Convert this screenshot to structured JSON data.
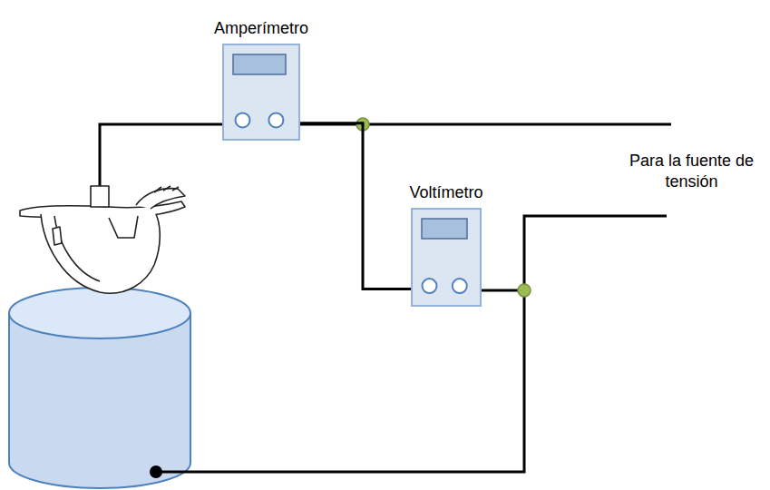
{
  "diagram": {
    "nodes": [
      {
        "text": [
          "Amperímetro"
        ]
      },
      {
        "text": [
          "Voltímetro"
        ]
      }
    ],
    "edges": [
      {
        "from": 0,
        "to": 1,
        "arrow": "none"
      }
    ],
    "labels": [
      "Para la fuente de tensión"
    ]
  }
}
